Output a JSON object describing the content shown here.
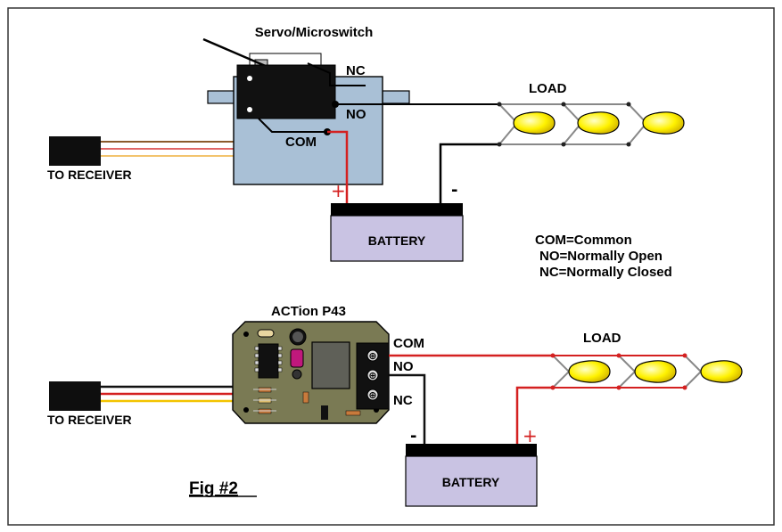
{
  "top": {
    "title": "Servo/Microswitch",
    "nc": "NC",
    "no": "NO",
    "com": "COM",
    "receiver": "TO RECEIVER",
    "load": "LOAD",
    "battery": "BATTERY",
    "plus": "+",
    "minus": "-"
  },
  "legend": {
    "line1": "COM=Common",
    "line2": "NO=Normally Open",
    "line3": "NC=Normally Closed"
  },
  "bottom": {
    "title": "ACTion P43",
    "com": "COM",
    "no": "NO",
    "nc": "NC",
    "receiver": "TO RECEIVER",
    "load": "LOAD",
    "battery": "BATTERY",
    "minus": "-",
    "plus": "+"
  },
  "figure_label": "Fig #2",
  "colors": {
    "border": "#333333",
    "servo_body": "#a9c0d6",
    "switch_body": "#111111",
    "battery_fill": "#c9c3e3",
    "battery_top": "#000000",
    "wire_red": "#d42020",
    "wire_black": "#111111",
    "lamp": "#fff200",
    "pcb": "#7a7a54",
    "relay": "#5f6058"
  }
}
